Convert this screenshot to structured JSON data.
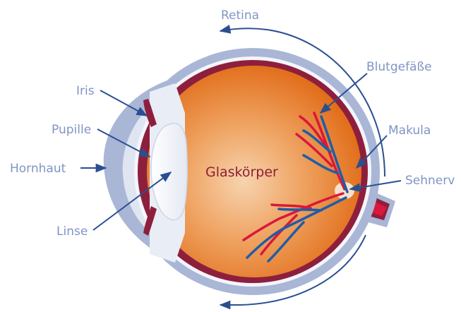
{
  "diagram": {
    "labels": {
      "retina": "Retina",
      "blutgefaesse": "Blutgefäße",
      "iris": "Iris",
      "pupille": "Pupille",
      "makula": "Makula",
      "hornhaut": "Hornhaut",
      "glaskoerper": "Glaskörper",
      "sehnerv": "Sehnerv",
      "linse": "Linse"
    },
    "colors": {
      "label_text": "#7f95c4",
      "center_text": "#8c1f35",
      "arrow": "#2a4f91",
      "sclera": "#a9b6d6",
      "choroid": "#8e1f3c",
      "vitreous_core": "#f6cfa6",
      "vitreous_edge": "#e16b14",
      "vessel_red": "#d9183b",
      "vessel_blue": "#1f5da8"
    }
  }
}
